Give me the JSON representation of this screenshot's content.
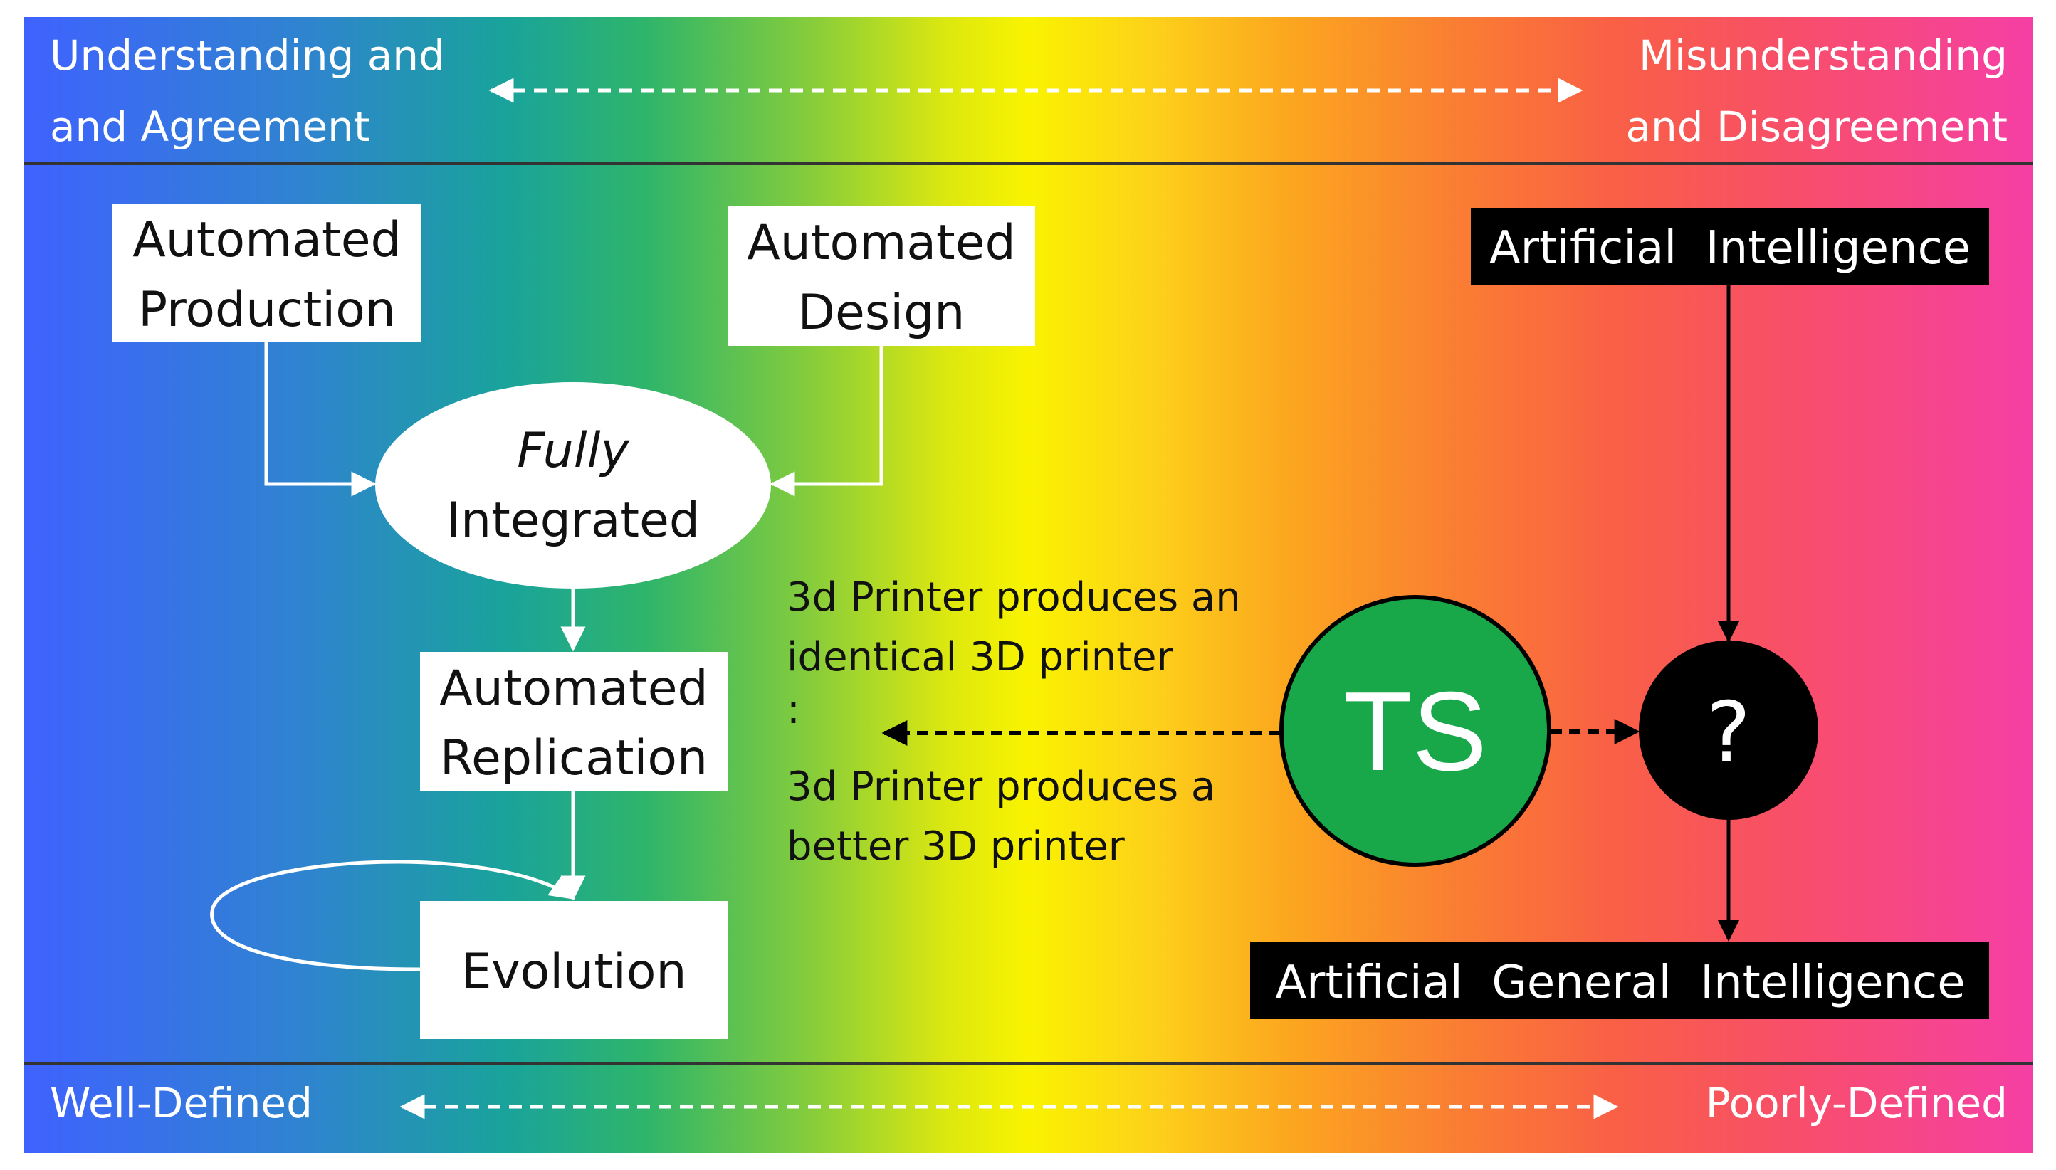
{
  "top_band": {
    "left_line1": "Understanding and",
    "left_line2": "and Agreement",
    "right_line1": "Misunderstanding",
    "right_line2": "and Disagreement"
  },
  "bottom_band": {
    "left": "Well-Defined",
    "right": "Poorly-Defined"
  },
  "nodes": {
    "automated_production": [
      "Automated",
      "Production"
    ],
    "automated_design": [
      "Automated",
      "Design"
    ],
    "fully_integrated": [
      "Fully",
      "Integrated"
    ],
    "automated_replication": [
      "Automated",
      "Replication"
    ],
    "evolution": "Evolution",
    "artificial_intelligence": "Artificial  Intelligence",
    "artificial_general_intelligence": "Artificial  General  Intelligence",
    "ts": "TS",
    "unknown": "?"
  },
  "printer_note": {
    "line1": "3d Printer produces an",
    "line2": "identical 3D printer",
    "separator": ":",
    "line3": "3d Printer produces a",
    "line4": "better 3D printer"
  },
  "colors": {
    "ts_circle": "#18a84a",
    "dark_box": "#000000",
    "light_box": "#ffffff"
  }
}
